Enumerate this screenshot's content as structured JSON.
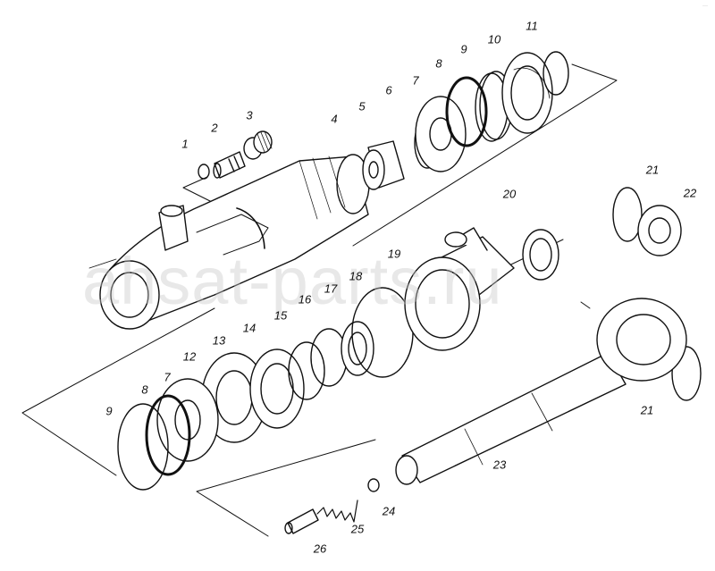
{
  "diagram": {
    "watermark": "ahsat-parts.ru",
    "callouts": [
      "1",
      "2",
      "3",
      "4",
      "5",
      "6",
      "7",
      "8",
      "9",
      "10",
      "11",
      "12",
      "13",
      "14",
      "15",
      "16",
      "17",
      "18",
      "19",
      "20",
      "21",
      "22",
      "23",
      "24",
      "25",
      "26"
    ],
    "duplicate_callouts": {
      "part7": "7",
      "part8": "8",
      "part9": "9",
      "part21": "21"
    }
  }
}
